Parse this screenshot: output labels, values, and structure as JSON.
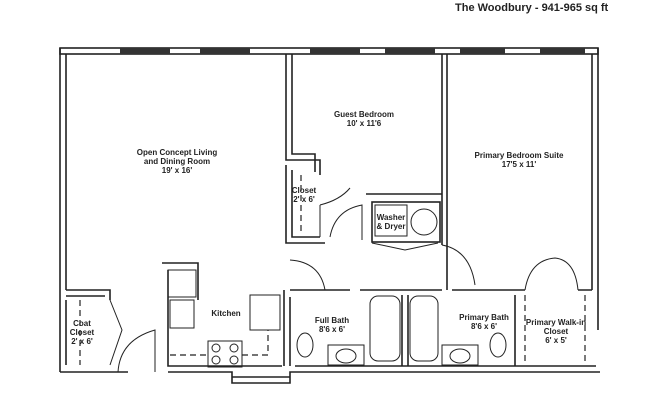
{
  "title": "The Woodbury - 941-965 sq ft",
  "rooms": [
    {
      "name": "Open Concept Living and Dining Room",
      "line1": "Open Concept Living",
      "line2": "and Dining Room",
      "dims": "19' x 16'"
    },
    {
      "name": "Guest Bedroom",
      "line1": "Guest Bedroom",
      "line2": "",
      "dims": "10' x 11'6"
    },
    {
      "name": "Primary Bedroom Suite",
      "line1": "Primary Bedroom Suite",
      "line2": "",
      "dims": "17'5 x 11'"
    },
    {
      "name": "Closet",
      "line1": "Closet",
      "line2": "",
      "dims": "2' x 6'"
    },
    {
      "name": "Washer & Dryer",
      "line1": "Washer",
      "line2": "& Dryer",
      "dims": ""
    },
    {
      "name": "Kitchen",
      "line1": "Kitchen",
      "line2": "",
      "dims": ""
    },
    {
      "name": "Coat Closet",
      "line1": "Coat",
      "line2": "Closet",
      "dims": "2' x 6'"
    },
    {
      "name": "Full Bath",
      "line1": "Full Bath",
      "line2": "",
      "dims": "8'6 x 6'"
    },
    {
      "name": "Primary Bath",
      "line1": "Primary Bath",
      "line2": "",
      "dims": "8'6 x 6'"
    },
    {
      "name": "Primary Walk-in Closet",
      "line1": "Primary Walk-in",
      "line2": "Closet",
      "dims": "6' x 5'"
    }
  ]
}
